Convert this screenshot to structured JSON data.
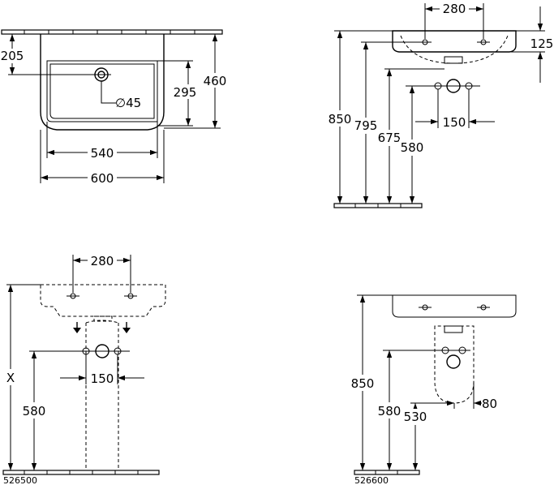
{
  "views": {
    "top_plan": {
      "dims": {
        "d205": "205",
        "d295": "295",
        "d460": "460",
        "d540": "540",
        "d600": "600",
        "dhole": "∅45"
      }
    },
    "front_elevation": {
      "dims": {
        "d280": "280",
        "d125": "125",
        "d850": "850",
        "d795": "795",
        "d675": "675",
        "d580": "580",
        "d150": "150"
      }
    },
    "pedestal_view": {
      "dims": {
        "d280": "280",
        "dX": "X",
        "d580": "580",
        "d150": "150"
      },
      "caption": "526500"
    },
    "semi_pedestal_view": {
      "dims": {
        "d850": "850",
        "d580": "580",
        "d530": "530",
        "d80": "80"
      },
      "caption": "526600"
    }
  }
}
